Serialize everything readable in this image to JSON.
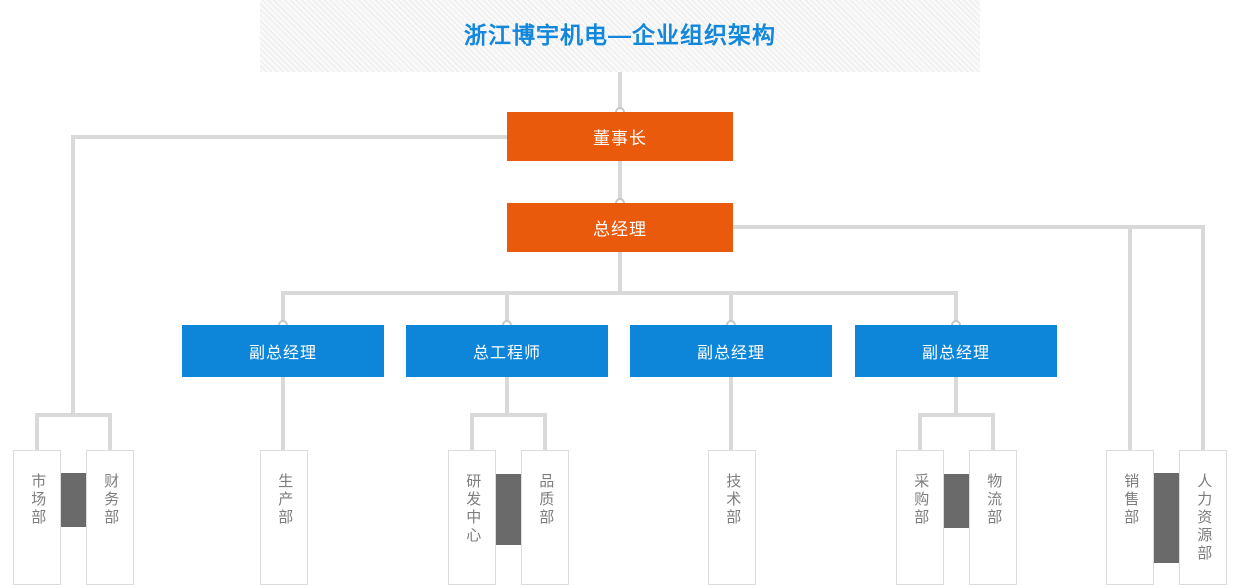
{
  "title": "浙江博宇机电—企业组织架构",
  "colors": {
    "orange": "#EA5A0C",
    "blue": "#0D86D9",
    "title_blue": "#1287DB",
    "line": "#D9D9D9",
    "ring_border": "#C6C6C6",
    "divider": "#6A6A6A",
    "dept_text": "#7D7D7D",
    "dept_border": "#DCDCDC",
    "stripe_line": "#ECECEC",
    "stripe_bg": "#F9F9F9"
  },
  "nodes": {
    "chairman": "董事长",
    "general_manager": "总经理",
    "deputy_gm_1": "副总经理",
    "chief_engineer": "总工程师",
    "deputy_gm_2": "副总经理",
    "deputy_gm_3": "副总经理",
    "marketing": "市场部",
    "finance": "财务部",
    "production": "生产部",
    "rnd_center": "研发中心",
    "quality": "品质部",
    "technology": "技术部",
    "purchasing": "采购部",
    "logistics": "物流部",
    "sales": "销售部",
    "hr": "人力资源部"
  },
  "hierarchy": {
    "chairman": [
      "general_manager",
      "marketing",
      "finance"
    ],
    "general_manager": [
      "deputy_gm_1",
      "chief_engineer",
      "deputy_gm_2",
      "deputy_gm_3",
      "sales",
      "hr"
    ],
    "deputy_gm_1": [
      "production"
    ],
    "chief_engineer": [
      "rnd_center",
      "quality"
    ],
    "deputy_gm_2": [
      "technology"
    ],
    "deputy_gm_3": [
      "purchasing",
      "logistics"
    ]
  }
}
